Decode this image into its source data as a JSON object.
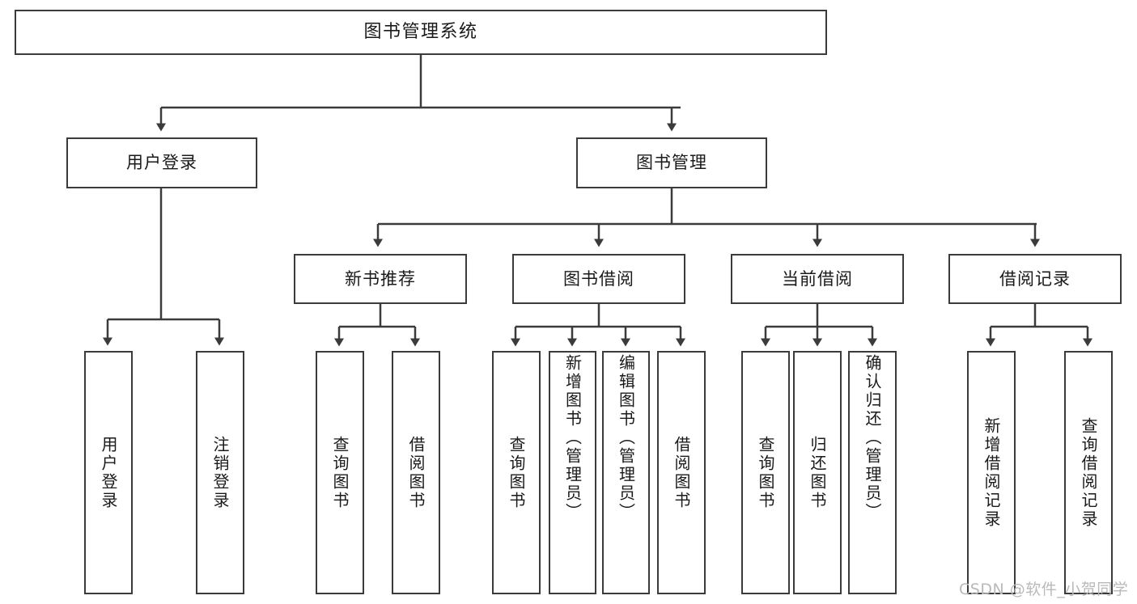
{
  "diagram": {
    "title": "图书管理系统",
    "type": "tree",
    "stroke_color": "#3b3b3b",
    "background_color": "#ffffff",
    "text_color": "#1a1a1a"
  },
  "nodes": {
    "root": {
      "label": "图书管理系统"
    },
    "level2": [
      {
        "label": "用户登录"
      },
      {
        "label": "图书管理"
      }
    ],
    "level3": [
      {
        "label": "新书推荐"
      },
      {
        "label": "图书借阅"
      },
      {
        "label": "当前借阅"
      },
      {
        "label": "借阅记录"
      }
    ],
    "leaves": {
      "user_login": [
        {
          "label": "用户登录"
        },
        {
          "label": "注销登录"
        }
      ],
      "new_book_recommend": [
        {
          "label": "查询图书"
        },
        {
          "label": "借阅图书"
        }
      ],
      "book_borrow": [
        {
          "label": "查询图书"
        },
        {
          "label": "新增图书（管理员）"
        },
        {
          "label": "编辑图书（管理员）"
        },
        {
          "label": "借阅图书"
        }
      ],
      "current_borrow": [
        {
          "label": "查询图书"
        },
        {
          "label": "归还图书"
        },
        {
          "label": "确认归还（管理员）"
        }
      ],
      "borrow_record": [
        {
          "label": "新增借阅记录"
        },
        {
          "label": "查询借阅记录"
        }
      ]
    }
  },
  "watermark": {
    "text": "CSDN @软件_小贺同学"
  }
}
